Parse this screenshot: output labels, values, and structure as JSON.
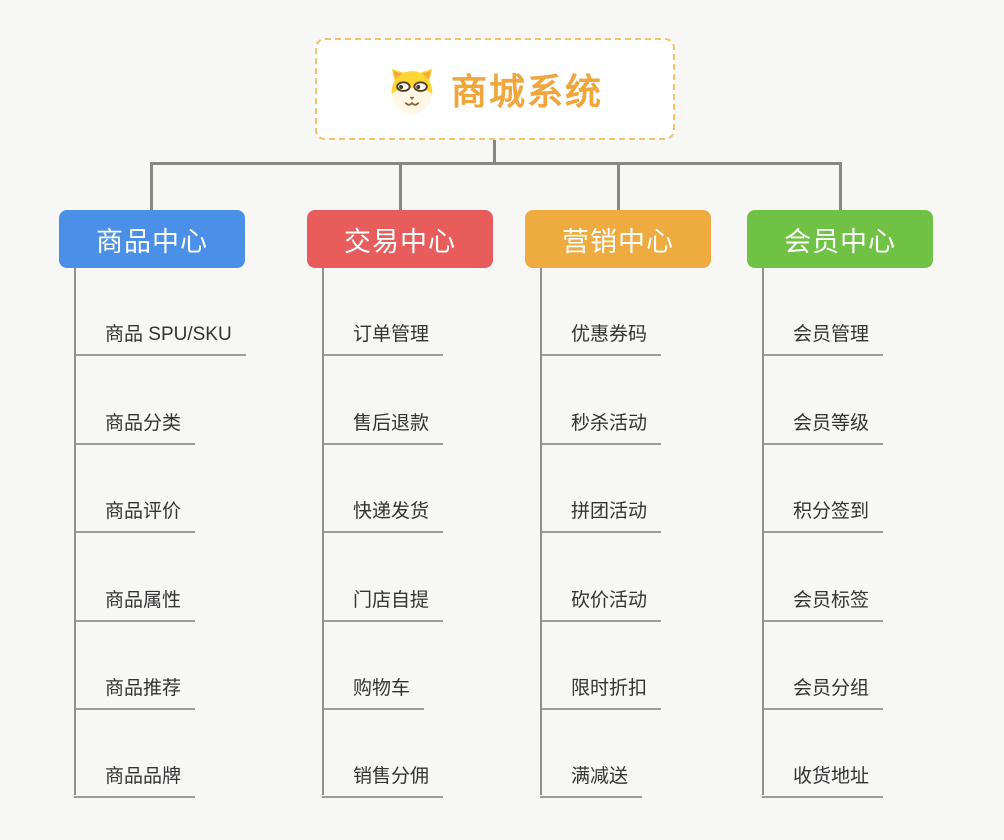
{
  "page": {
    "background_color": "#f7f7f6",
    "connector_color": "#878787"
  },
  "root": {
    "title": "商城系统",
    "icon": "dog-face-icon",
    "text_color": "#f0a63c",
    "border_color": "#f2c36b"
  },
  "branches": [
    {
      "label": "商品中心",
      "color": "#4a8fe8",
      "children": [
        "商品 SPU/SKU",
        "商品分类",
        "商品评价",
        "商品属性",
        "商品推荐",
        "商品品牌"
      ]
    },
    {
      "label": "交易中心",
      "color": "#e85d5c",
      "children": [
        "订单管理",
        "售后退款",
        "快递发货",
        "门店自提",
        "购物车",
        "销售分佣"
      ]
    },
    {
      "label": "营销中心",
      "color": "#eeab3f",
      "children": [
        "优惠券码",
        "秒杀活动",
        "拼团活动",
        "砍价活动",
        "限时折扣",
        "满减送"
      ]
    },
    {
      "label": "会员中心",
      "color": "#6fc244",
      "children": [
        "会员管理",
        "会员等级",
        "积分签到",
        "会员标签",
        "会员分组",
        "收货地址"
      ]
    }
  ]
}
